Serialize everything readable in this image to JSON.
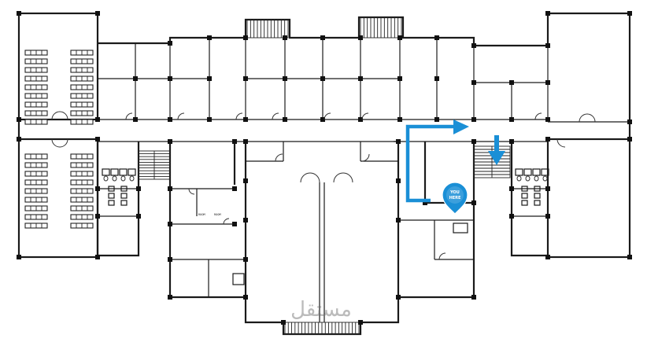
{
  "map": {
    "type": "building-floor-plan",
    "background": "#ffffff",
    "line_color": "#1a1a1a"
  },
  "route": {
    "color": "#1a8fd6",
    "marker_icon": "location-pin-icon",
    "marker_text_top": "YOU",
    "marker_text_bottom": "HERE",
    "arrow_icon": "arrow-down-icon",
    "route_arrow_icon": "arrow-right-icon"
  },
  "labels": {
    "room_tag_1": "ROOM",
    "room_tag_2": "ROOM"
  },
  "watermark": {
    "text": "مستقل"
  }
}
